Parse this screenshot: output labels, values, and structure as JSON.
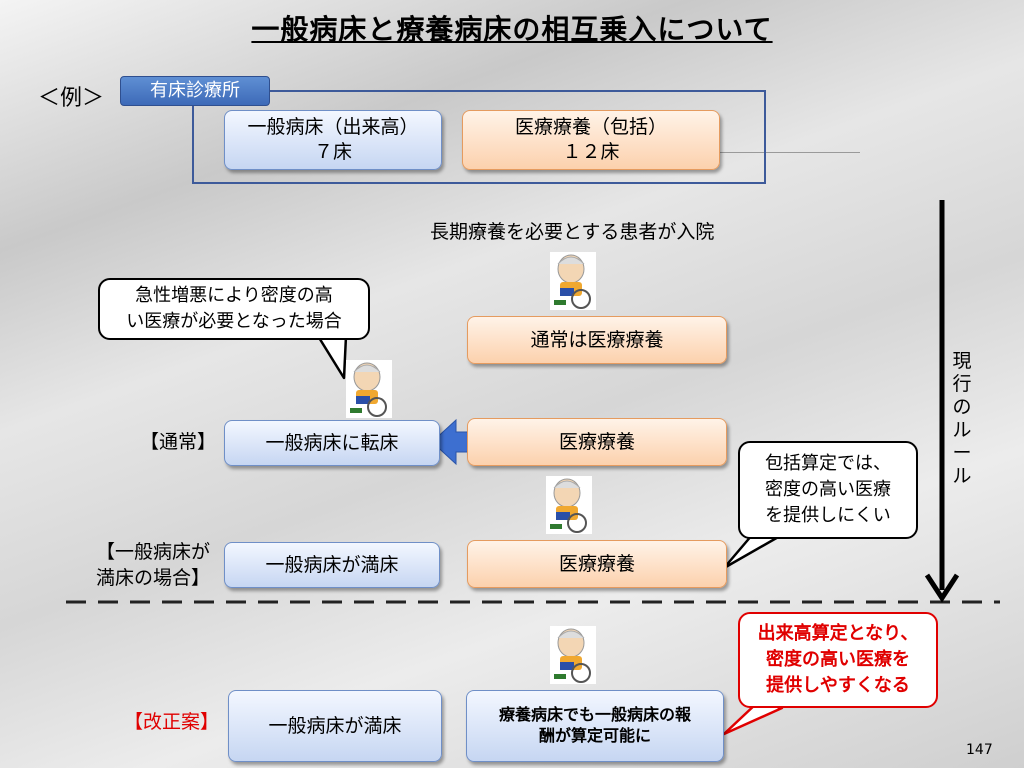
{
  "title": "一般病床と療養病床の相互乗入について",
  "example_label": "＜例＞",
  "clinic_tag": "有床診療所",
  "general_bed_box": {
    "line1": "一般病床（出来高）",
    "line2": "７床"
  },
  "care_bed_box": {
    "line1": "医療療養（包括）",
    "line2": "１２床"
  },
  "admission_text": "長期療養を必要とする患者が入院",
  "callout_acute": {
    "line1": "急性増悪により密度の高",
    "line2": "い医療が必要となった場合"
  },
  "usual_care_box": "通常は医療療養",
  "label_normal": "【通常】",
  "transfer_box": "一般病床に転床",
  "care_box_1": "医療療養",
  "callout_bundle": {
    "line1": "包括算定では、",
    "line2": "密度の高い医療",
    "line3": "を提供しにくい"
  },
  "label_full": {
    "line1": "【一般病床が",
    "line2": "満床の場合】"
  },
  "full_box_1": "一般病床が満床",
  "care_box_2": "医療療養",
  "vertical_rule_text": "現行のルール",
  "callout_fee": {
    "line1": "出来高算定となり、",
    "line2": "密度の高い医療を",
    "line3": "提供しやすくなる"
  },
  "label_revision": "【改正案】",
  "full_box_2": "一般病床が満床",
  "revised_box": {
    "line1": "療養病床でも一般病床の報",
    "line2": "酬が算定可能に"
  },
  "page_number": "147",
  "colors": {
    "blue_border": "#6f8fc7",
    "orange_border": "#e59b5f",
    "red": "#e00000",
    "arrow_blue": "#3d6fd0"
  }
}
